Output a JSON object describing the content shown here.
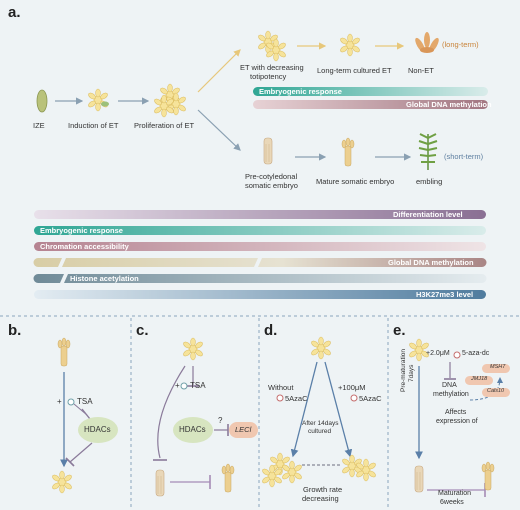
{
  "panel_a": {
    "letter": "a.",
    "stages": {
      "ize": "IZE",
      "induction": "Induction of ET",
      "proliferation": "Proliferation of ET",
      "et_decreasing_line1": "ET with decreasing",
      "et_decreasing_line2": "totipotency",
      "long_term_cultured": "Long-term cultured  ET",
      "non_et": "Non-ET",
      "long_term": "(long-term)",
      "precotyledonal_line1": "Pre-cotyledonal",
      "precotyledonal_line2": "somatic embryo",
      "mature": "Mature somatic embryo",
      "embling": "embling",
      "short_term": "(short-term)"
    },
    "upper_bars": {
      "embryogenic": "Embryogenic response",
      "dna_methylation": "Global DNA methylation"
    },
    "lower_bars": {
      "differentiation": "Differentiation level",
      "embryogenic": "Embryogenic response",
      "chromatin": "Chromation accessibility",
      "dna_methylation": "Global DNA methylation",
      "histone": "Histone acetylation",
      "h3k27me3": "H3K27me3 level"
    }
  },
  "panel_b": {
    "letter": "b.",
    "tsa": "TSA",
    "hdacs": "HDACs",
    "plus": "+"
  },
  "panel_c": {
    "letter": "c.",
    "tsa": "TSA",
    "hdacs": "HDACs",
    "lec": "LECl",
    "question": "?",
    "plus": "+"
  },
  "panel_d": {
    "letter": "d.",
    "without": "Without",
    "without_drug": "5AzaC",
    "with_dose": "+100μM",
    "with_drug": "5AzaC",
    "after_line1": "After 14days",
    "after_line2": "cultured",
    "growth_line1": "Growth rate",
    "growth_line2": "decreasing"
  },
  "panel_e": {
    "letter": "e.",
    "dose": "+2.0μM",
    "drug": "5-aza-dc",
    "premat_line1": "Pre-maturation",
    "premat_line2": "7days",
    "dna_line1": "DNA",
    "dna_line2": "methylation",
    "affects_line1": "Affects",
    "affects_line2": "expression of",
    "maturation_line1": "Maturation",
    "maturation_line2": "6weeks",
    "genes": [
      "MSH7",
      "JMJ18",
      "Cals10"
    ]
  },
  "colors": {
    "teal": "#3fae9f",
    "purple": "#8a6f93",
    "mauve": "#b98a95",
    "khaki": "#c9b98c",
    "slate": "#7b95a3",
    "blue": "#5e86a5",
    "embryo_yellow": "#f3dc7f",
    "hdac_green": "#d8e6c0",
    "arrow_grey": "#8aa0b2"
  }
}
